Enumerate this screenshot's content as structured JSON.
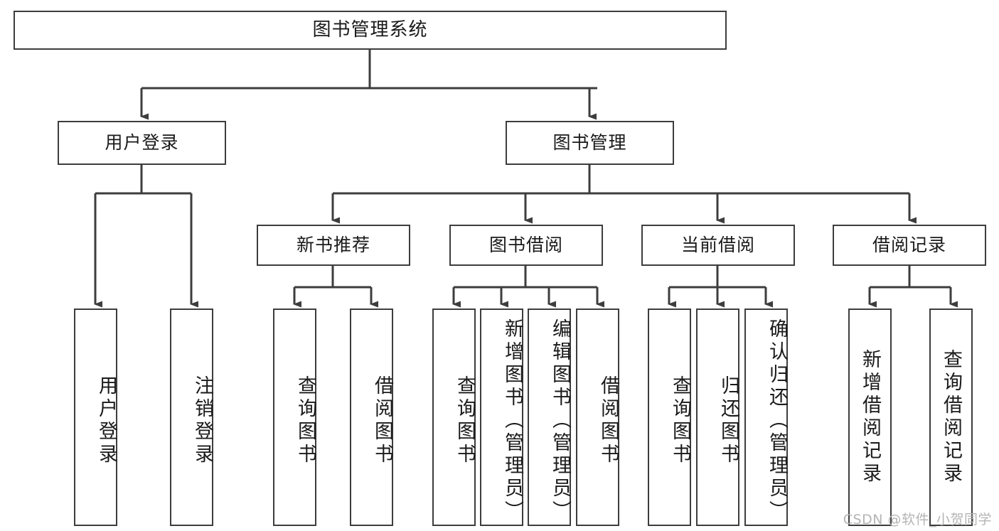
{
  "diagram": {
    "type": "tree",
    "title": "图书管理系统",
    "root": {
      "label": "图书管理系统"
    },
    "level2": [
      {
        "label": "用户登录"
      },
      {
        "label": "图书管理"
      }
    ],
    "level3": [
      {
        "label": "新书推荐"
      },
      {
        "label": "图书借阅"
      },
      {
        "label": "当前借阅"
      },
      {
        "label": "借阅记录"
      }
    ],
    "leaves": {
      "user_login": [
        {
          "label": "用户登录"
        },
        {
          "label": "注销登录"
        }
      ],
      "new_book_recommend": [
        {
          "label": "查询图书"
        },
        {
          "label": "借阅图书"
        }
      ],
      "book_borrow": [
        {
          "label": "查询图书"
        },
        {
          "label": "新增图书（管理员）"
        },
        {
          "label": "编辑图书（管理员）"
        },
        {
          "label": "借阅图书"
        }
      ],
      "current_borrow": [
        {
          "label": "查询图书"
        },
        {
          "label": "归还图书"
        },
        {
          "label": "确认归还（管理员）"
        }
      ],
      "borrow_record": [
        {
          "label": "新增借阅记录"
        },
        {
          "label": "查询借阅记录"
        }
      ]
    },
    "watermark": "CSDN @软件_小贺同学",
    "colors": {
      "border": "#3d3d3d",
      "background": "#ffffff",
      "text": "#1a1a1a",
      "watermark": "#b4b4b4"
    }
  }
}
